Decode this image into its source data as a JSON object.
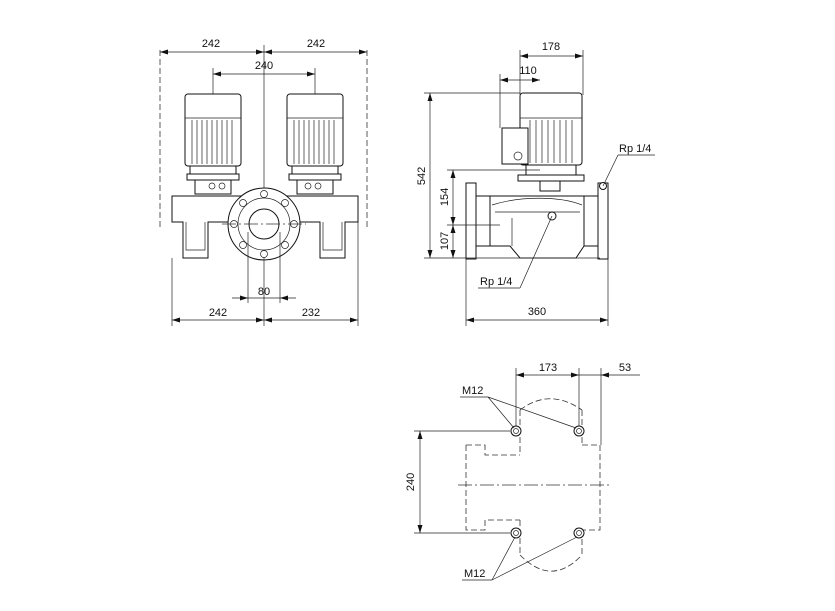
{
  "front_view": {
    "top_left_width": "242",
    "top_right_width": "242",
    "motor_spacing": "240",
    "flange_label": "80",
    "bottom_left_width": "242",
    "bottom_right_width": "232"
  },
  "side_view": {
    "motor_width": "178",
    "terminal_offset": "110",
    "total_height": "542",
    "upper_height": "154",
    "lower_height": "107",
    "port_top": "Rp 1/4",
    "port_bottom": "Rp 1/4",
    "base_width": "360"
  },
  "base_view": {
    "bolt_spacing_x": "173",
    "edge_offset": "53",
    "bolt_spacing_y": "240",
    "bolt_label_top": "M12",
    "bolt_label_bottom": "M12"
  }
}
